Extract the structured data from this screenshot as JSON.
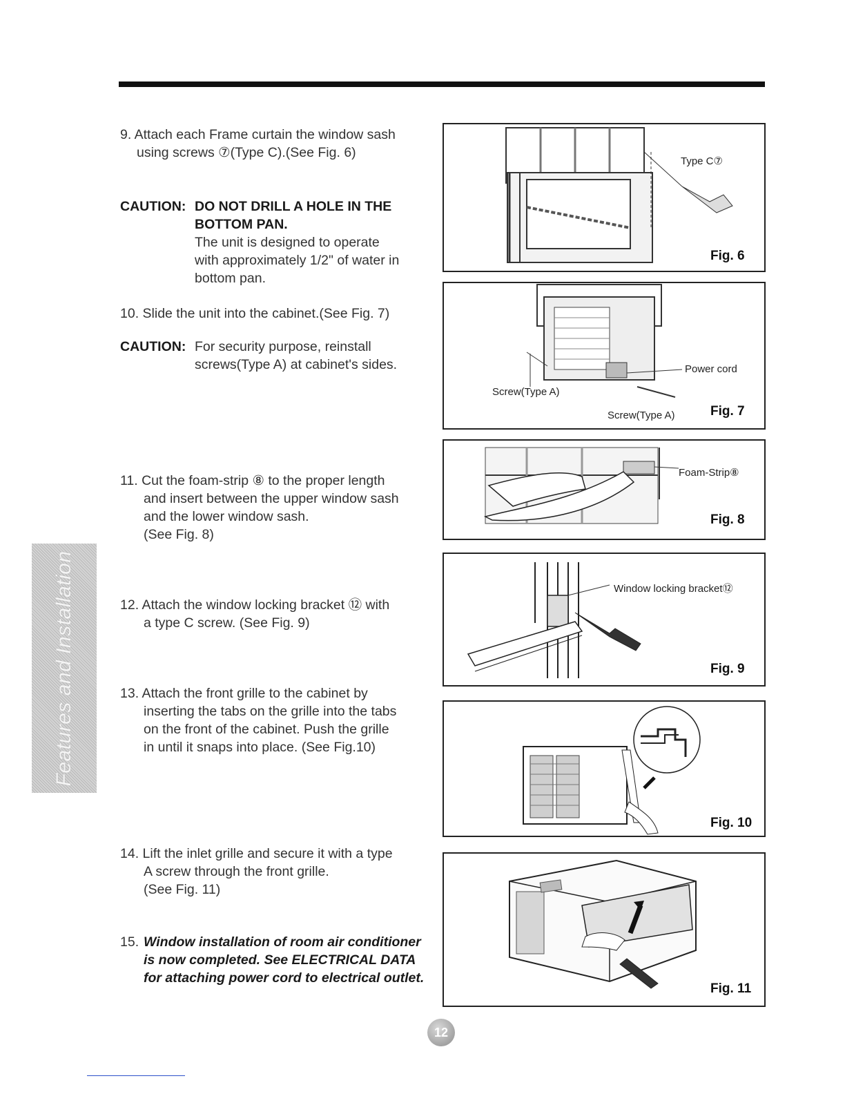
{
  "steps": {
    "s9_line1": "9. Attach each Frame curtain the window sash",
    "s9_line2": "using screws ⑦(Type C).(See Fig. 6)",
    "caution1_label": "CAUTION:",
    "caution1_line1": "DO NOT DRILL A HOLE IN THE",
    "caution1_line2": "BOTTOM PAN.",
    "caution1_line3": "The unit is designed to operate",
    "caution1_line4": "with approximately 1/2\" of water in",
    "caution1_line5": "bottom pan.",
    "s10_line1": "10. Slide the unit into the cabinet.(See Fig. 7)",
    "caution2_label": "CAUTION:",
    "caution2_line1": "For security purpose, reinstall",
    "caution2_line2": "screws(Type A) at cabinet's sides.",
    "s11_line1": "11. Cut the foam-strip ⑧ to the proper length",
    "s11_line2": "and insert between the upper window sash",
    "s11_line3": "and the lower window sash.",
    "s11_line4": "(See Fig. 8)",
    "s12_line1": "12. Attach the window locking bracket ⑫ with",
    "s12_line2": "a type C screw. (See Fig. 9)",
    "s13_line1": "13. Attach the front grille to the cabinet by",
    "s13_line2": "inserting the tabs on the grille into the tabs",
    "s13_line3": "on the front of the cabinet. Push the grille",
    "s13_line4": "in until it snaps into place. (See Fig.10)",
    "s14_line1": "14. Lift the inlet grille and secure it with a type",
    "s14_line2": "A screw through the front grille.",
    "s14_line3": "(See Fig. 11)",
    "s15_num": "15.",
    "s15_line1": "Window installation of room air conditioner",
    "s15_line2": "is now completed. See ELECTRICAL DATA",
    "s15_line3": "for attaching power cord to electrical outlet."
  },
  "figures": {
    "fig6": {
      "label": "Fig. 6",
      "callout1": "Type C⑦"
    },
    "fig7": {
      "label": "Fig. 7",
      "callout1": "Power cord",
      "callout2": "Screw(Type A)",
      "callout3": "Screw(Type A)"
    },
    "fig8": {
      "label": "Fig. 8",
      "callout1": "Foam-Strip⑧"
    },
    "fig9": {
      "label": "Fig. 9",
      "callout1": "Window locking bracket⑫"
    },
    "fig10": {
      "label": "Fig. 10"
    },
    "fig11": {
      "label": "Fig. 11"
    }
  },
  "sidebar": {
    "tab_label": "Features and Installation"
  },
  "page": {
    "number": "12"
  },
  "colors": {
    "rule": "#111111",
    "tab_bg": "#c6c6c6",
    "tab_text": "#f4f4f4"
  }
}
